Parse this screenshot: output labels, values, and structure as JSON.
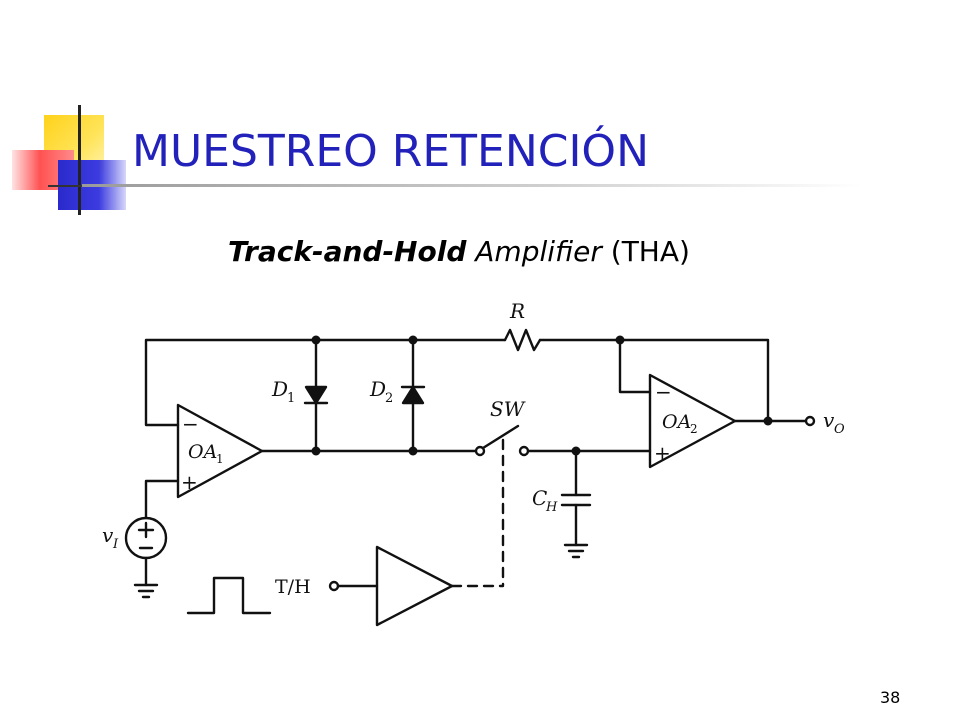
{
  "slide": {
    "title": "MUESTREO RETENCIÓN",
    "subtitle": {
      "bold_italic": "Track-and-Hold",
      "italic": "Amplifier",
      "regular": "(THA)"
    },
    "page_number": "38"
  },
  "circuit": {
    "labels": {
      "R": "R",
      "D1": "D",
      "D1_sub": "1",
      "D2": "D",
      "D2_sub": "2",
      "SW": "SW",
      "OA1": "OA",
      "OA1_sub": "1",
      "OA2": "OA",
      "OA2_sub": "2",
      "CH": "C",
      "CH_sub": "H",
      "vI": "v",
      "vI_sub": "I",
      "vO": "v",
      "vO_sub": "O",
      "TH": "T/H",
      "minus": "−",
      "plus": "+"
    }
  }
}
